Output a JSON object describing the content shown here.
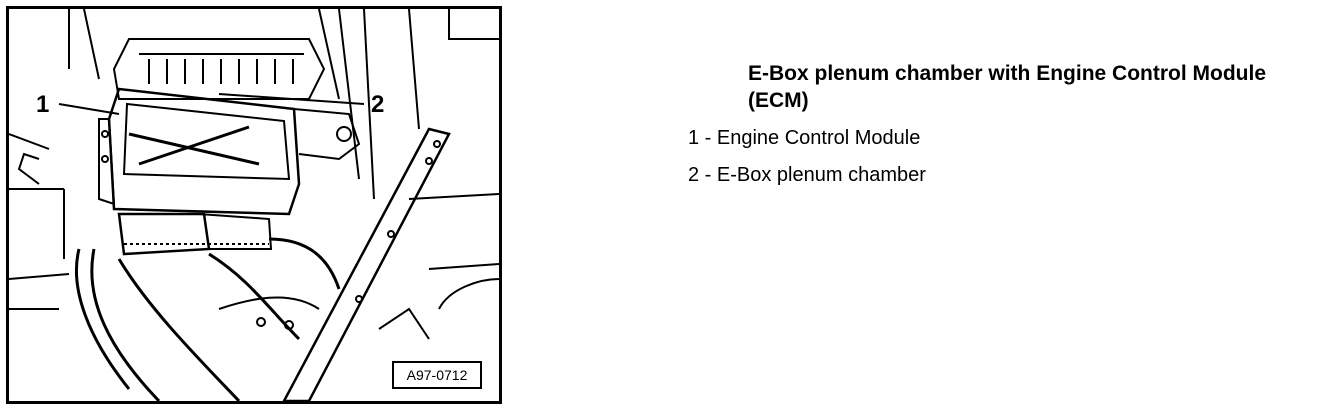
{
  "figure": {
    "callouts": [
      {
        "number": "1"
      },
      {
        "number": "2"
      }
    ],
    "figure_id": "A97-0712"
  },
  "legend": {
    "title": "E-Box plenum chamber with Engine Control Module (ECM)",
    "items": [
      {
        "number": "1",
        "separator": " - ",
        "label": "Engine Control Module"
      },
      {
        "number": "2",
        "separator": " - ",
        "label": "E-Box plenum chamber"
      }
    ]
  }
}
